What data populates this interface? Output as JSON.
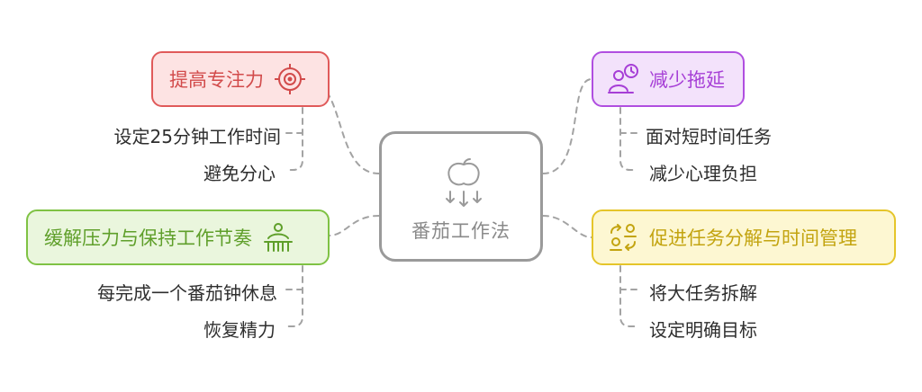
{
  "center": {
    "title": "番茄工作法",
    "icon": "tomato-icon"
  },
  "topics": [
    {
      "id": "focus",
      "title": "提高专注力",
      "icon": "target-icon",
      "color": "#e05a5a",
      "fill": "#fde3e3",
      "text_color": "#d24b4b",
      "items": [
        "设定25分钟工作时间",
        "避免分心"
      ]
    },
    {
      "id": "procrastination",
      "title": "减少拖延",
      "icon": "person-clock-icon",
      "color": "#b04ee0",
      "fill": "#f3e2fb",
      "text_color": "#a63ed6",
      "items": [
        "面对短时间任务",
        "减少心理负担"
      ]
    },
    {
      "id": "stress",
      "title": "缓解压力与保持工作节奏",
      "icon": "relax-person-icon",
      "color": "#7fc244",
      "fill": "#eaf6dd",
      "text_color": "#5f9f2a",
      "items": [
        "每完成一个番茄钟休息",
        "恢复精力"
      ]
    },
    {
      "id": "breakdown",
      "title": "促进任务分解与时间管理",
      "icon": "task-cycle-icon",
      "color": "#e5c52a",
      "fill": "#fdf7d2",
      "text_color": "#c3a410",
      "items": [
        "将大任务拆解",
        "设定明确目标"
      ]
    }
  ]
}
